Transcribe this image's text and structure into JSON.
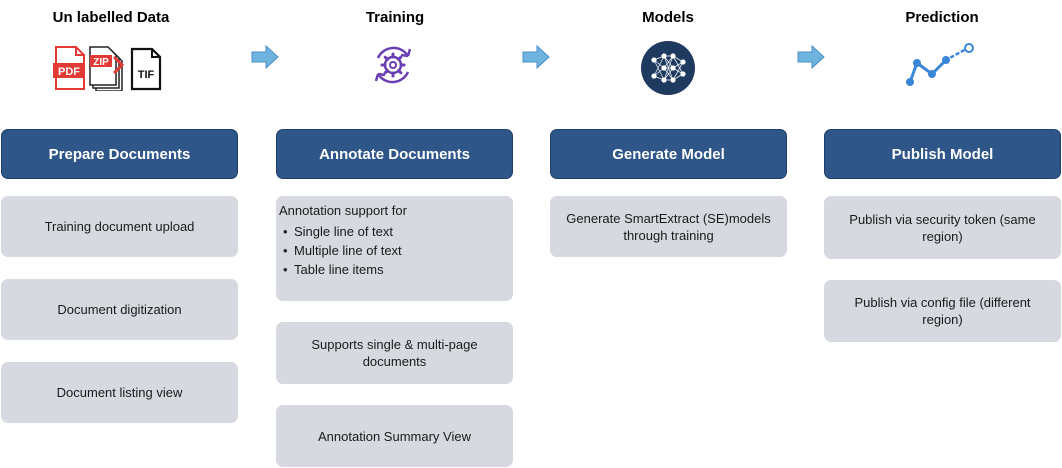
{
  "stages": [
    {
      "title": "Un labelled Data",
      "icon": "document-files-icon",
      "file_badges": [
        "PDF",
        "ZIP",
        "TIF"
      ],
      "header": "Prepare Documents",
      "cards": [
        {
          "text": "Training document  upload"
        },
        {
          "text": "Document  digitization"
        },
        {
          "text": "Document  listing view"
        }
      ]
    },
    {
      "title": "Training",
      "icon": "gear-cycle-icon",
      "header": "Annotate Documents",
      "cards": [
        {
          "intro": "Annotation support for",
          "items": [
            "Single line of text",
            "Multiple line of text",
            "Table line items"
          ]
        },
        {
          "text": "Supports  single & multi-page documents"
        },
        {
          "text": "Annotation  Summary  View"
        }
      ]
    },
    {
      "title": "Models",
      "icon": "neural-network-icon",
      "header": "Generate Model",
      "cards": [
        {
          "text": "Generate SmartExtract  (SE)models through training"
        }
      ]
    },
    {
      "title": "Prediction",
      "icon": "trend-line-icon",
      "header": "Publish Model",
      "cards": [
        {
          "text": "Publish via security token (same region)"
        },
        {
          "text": "Publish via config file (different region)"
        }
      ]
    }
  ],
  "colors": {
    "header_bg": "#2e5688",
    "card_bg": "#d6d9df",
    "arrow": "#6fb3df",
    "gear": "#6a3fb4",
    "network_bg": "#1f3a5f",
    "trend": "#3a86d9",
    "pdf_red": "#e23b36"
  }
}
